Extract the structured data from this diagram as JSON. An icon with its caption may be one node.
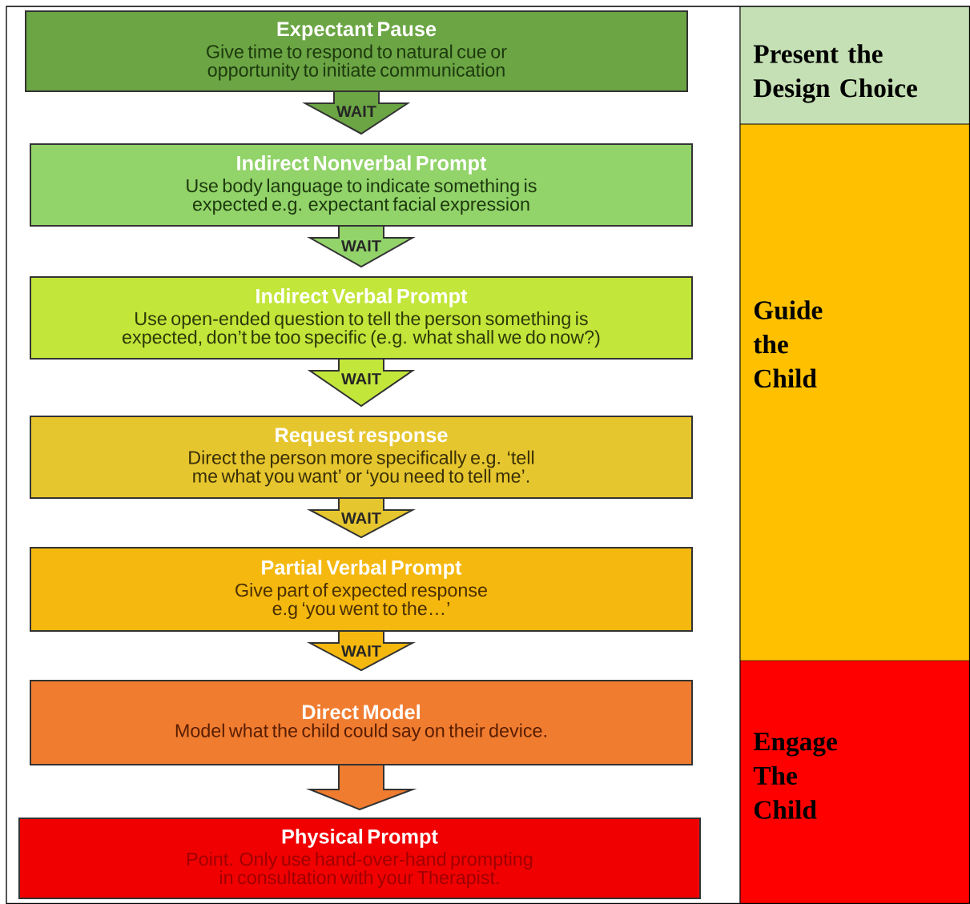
{
  "diagram": {
    "nodes": [
      {
        "text": [
          "Expectant Pause",
          "Give time to respond to natural cue or opportunity to initiate communication"
        ]
      },
      {
        "text": [
          "Indirect Nonverbal Prompt",
          "Use body language to indicate something is expected e.g. expectant facial expression"
        ]
      },
      {
        "text": [
          "Indirect Verbal Prompt",
          "Use open-ended question to tell the person something is expected, don’t be too specific (e.g. what shall we do now?)"
        ]
      },
      {
        "text": [
          "Request response",
          "Direct the person more specifically e.g. ‘tell me what you want’ or ‘you need to tell me’."
        ]
      },
      {
        "text": [
          "Partial Verbal Prompt",
          "Give part of expected response e.g ‘you went to the…’"
        ]
      },
      {
        "text": [
          "Direct Model",
          "Model what the child could say on their device."
        ]
      },
      {
        "text": [
          "Physical Prompt",
          "Point. Only use hand-over-hand prompting in consultation with your Therapist."
        ]
      },
      {
        "text": [
          "Present the Design Choice"
        ]
      },
      {
        "text": [
          "Guide the Child"
        ]
      },
      {
        "text": [
          "Engage The Child"
        ]
      }
    ],
    "edges": [
      {
        "from": 0,
        "to": 1,
        "arrow": "to",
        "label": "WAIT"
      },
      {
        "from": 1,
        "to": 2,
        "arrow": "to",
        "label": "WAIT"
      },
      {
        "from": 2,
        "to": 3,
        "arrow": "to",
        "label": "WAIT"
      },
      {
        "from": 3,
        "to": 4,
        "arrow": "to",
        "label": "WAIT"
      },
      {
        "from": 4,
        "to": 5,
        "arrow": "to",
        "label": "WAIT"
      },
      {
        "from": 5,
        "to": 6,
        "arrow": "to"
      }
    ]
  }
}
